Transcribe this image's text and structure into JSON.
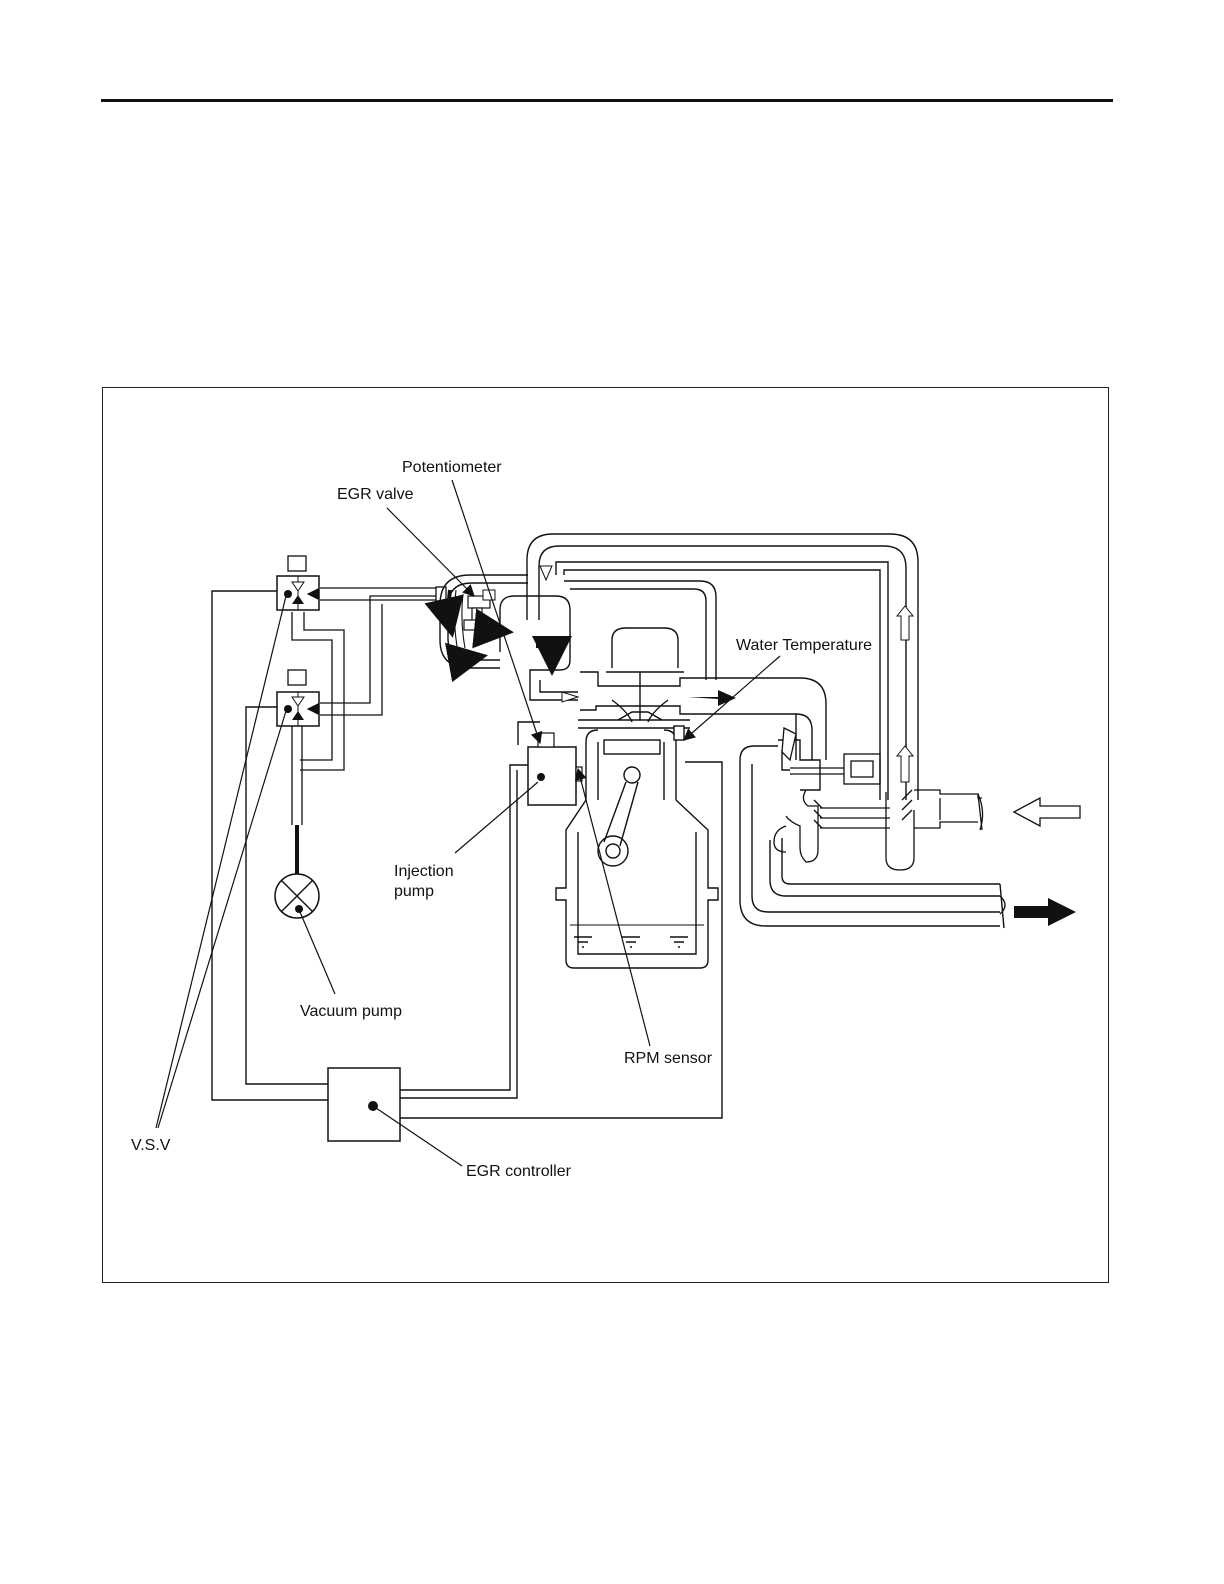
{
  "labels": {
    "potentiometer": "Potentiometer",
    "egr_valve": "EGR valve",
    "water_temperature": "Water Temperature",
    "injection_pump_line1": "Injection",
    "injection_pump_line2": "pump",
    "vacuum_pump": "Vacuum pump",
    "rpm_sensor": "RPM sensor",
    "vsv": "V.S.V",
    "egr_controller": "EGR controller"
  },
  "colors": {
    "line": "#111111",
    "background": "#ffffff"
  }
}
